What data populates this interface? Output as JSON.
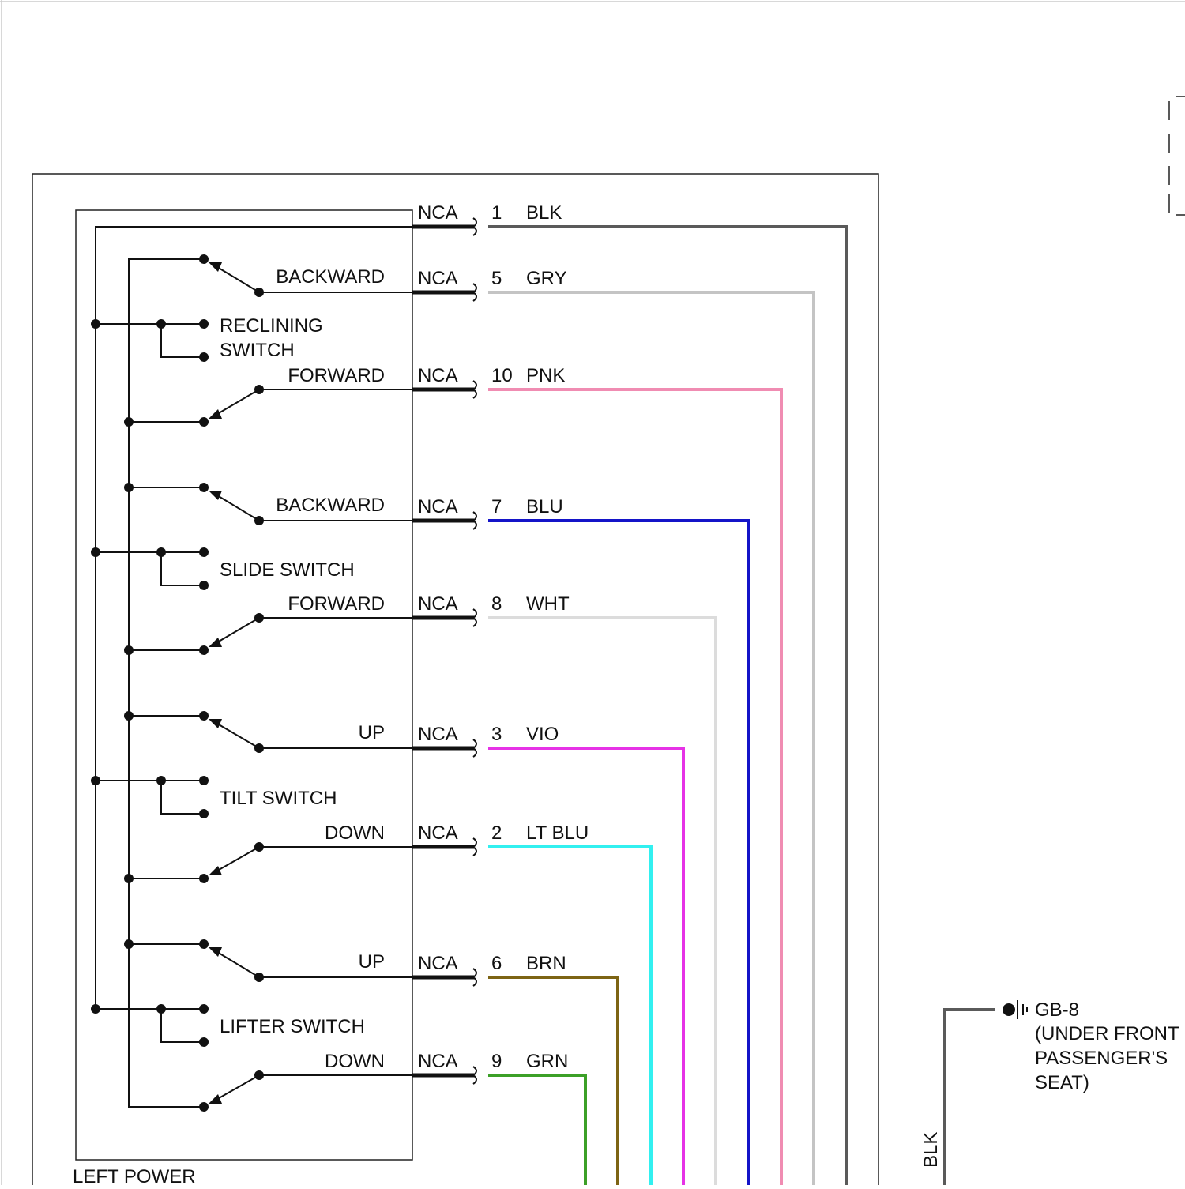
{
  "harness_code": "NCA",
  "switches": [
    {
      "name": "RECLINING SWITCH",
      "line1": "RECLINING",
      "line2": "SWITCH",
      "upper_label": "BACKWARD",
      "lower_label": "FORWARD"
    },
    {
      "name": "SLIDE SWITCH",
      "line1": "SLIDE SWITCH",
      "line2": "",
      "upper_label": "BACKWARD",
      "lower_label": "FORWARD"
    },
    {
      "name": "TILT SWITCH",
      "line1": "TILT SWITCH",
      "line2": "",
      "upper_label": "UP",
      "lower_label": "DOWN"
    },
    {
      "name": "LIFTER SWITCH",
      "line1": "LIFTER SWITCH",
      "line2": "",
      "upper_label": "UP",
      "lower_label": "DOWN"
    }
  ],
  "wires": [
    {
      "pin": "1",
      "color_code": "BLK",
      "color": "#5a5a5a"
    },
    {
      "pin": "5",
      "color_code": "GRY",
      "color": "#c4c4c4"
    },
    {
      "pin": "10",
      "color_code": "PNK",
      "color": "#f08cb2"
    },
    {
      "pin": "7",
      "color_code": "BLU",
      "color": "#1414c8"
    },
    {
      "pin": "8",
      "color_code": "WHT",
      "color": "#dcdcdc"
    },
    {
      "pin": "3",
      "color_code": "VIO",
      "color": "#e632e6"
    },
    {
      "pin": "2",
      "color_code": "LT BLU",
      "color": "#32f0f0"
    },
    {
      "pin": "6",
      "color_code": "BRN",
      "color": "#7d6414"
    },
    {
      "pin": "9",
      "color_code": "GRN",
      "color": "#3ca028"
    }
  ],
  "component_label": "LEFT POWER",
  "ground": {
    "id": "GB-8",
    "location_lines": [
      "(UNDER FRONT",
      "PASSENGER'S",
      "SEAT)"
    ],
    "wire_color_code": "BLK",
    "wire_color": "#5a5a5a"
  }
}
